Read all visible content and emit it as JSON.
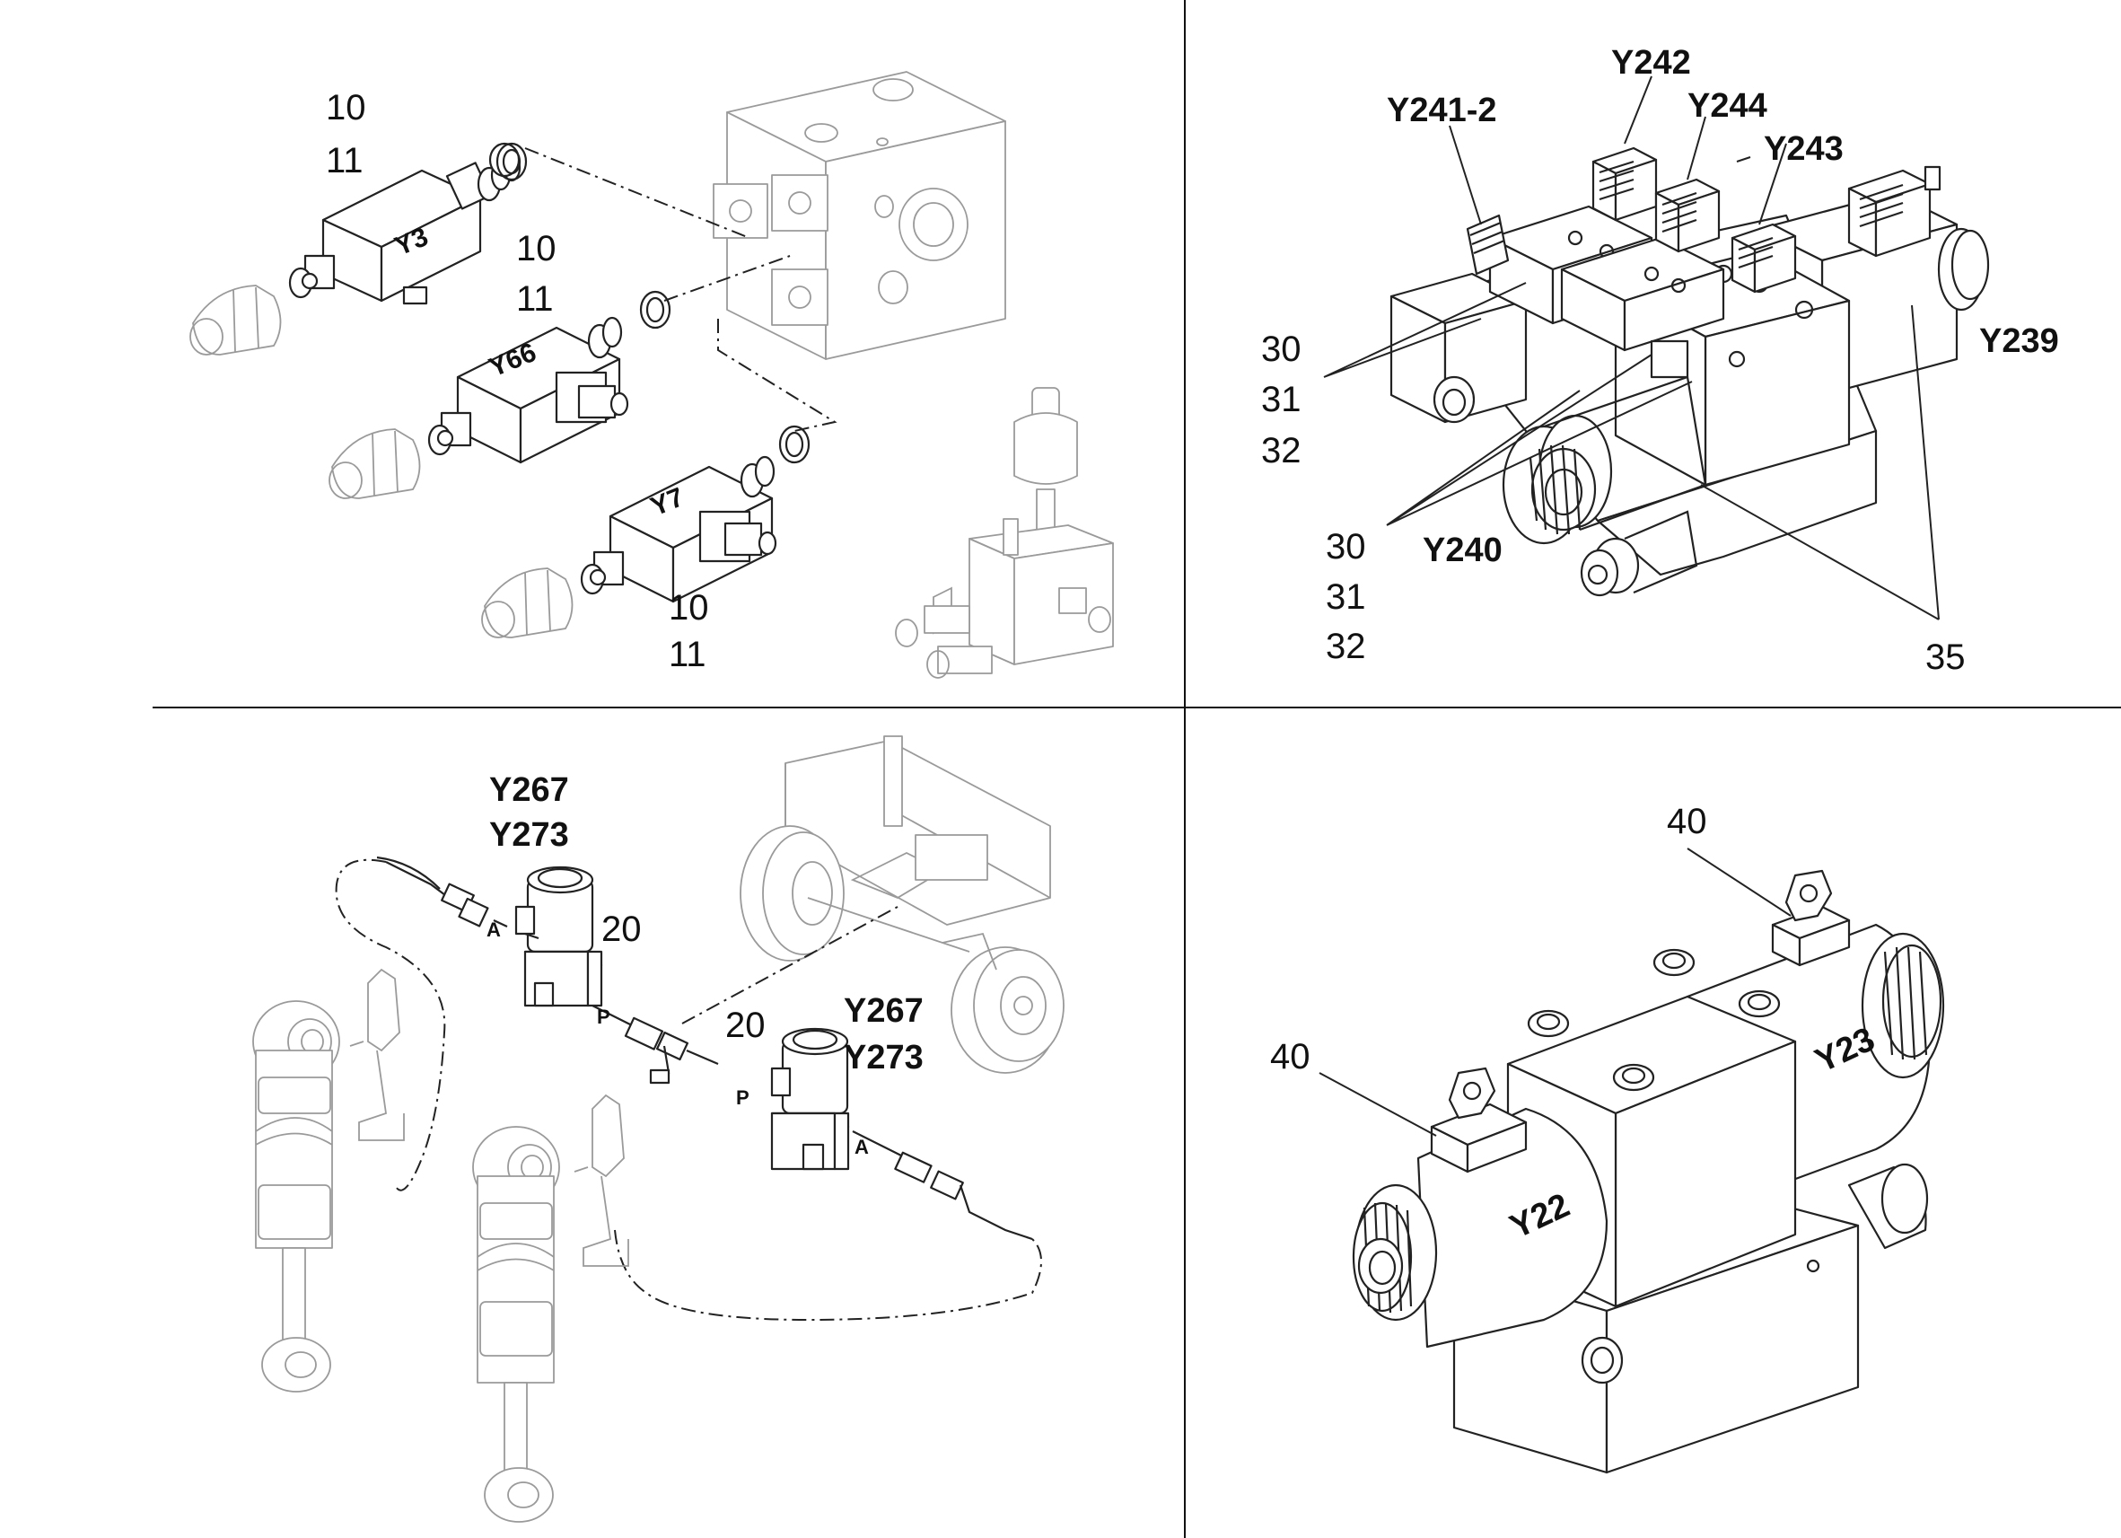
{
  "panel_top_left": {
    "labels": [
      {
        "id": "tl-10-a",
        "text": "10"
      },
      {
        "id": "tl-11-a",
        "text": "11"
      },
      {
        "id": "tl-10-b",
        "text": "10"
      },
      {
        "id": "tl-11-b",
        "text": "11"
      },
      {
        "id": "tl-10-c",
        "text": "10"
      },
      {
        "id": "tl-11-c",
        "text": "11"
      }
    ],
    "valve_marks": [
      "Y3",
      "Y66",
      "Y7"
    ]
  },
  "panel_top_right": {
    "codes": [
      "Y242",
      "Y241-2",
      "Y244",
      "Y243",
      "Y239",
      "Y240"
    ],
    "numbers": [
      "30",
      "31",
      "32",
      "30",
      "31",
      "32",
      "35"
    ]
  },
  "panel_bottom_left": {
    "codes": [
      "Y267",
      "Y273",
      "Y267",
      "Y273"
    ],
    "numbers": [
      "20",
      "20"
    ],
    "ports": [
      "A",
      "P",
      "P",
      "A"
    ]
  },
  "panel_bottom_right": {
    "numbers": [
      "40",
      "40"
    ],
    "valve_marks": [
      "Y22",
      "Y23"
    ]
  }
}
